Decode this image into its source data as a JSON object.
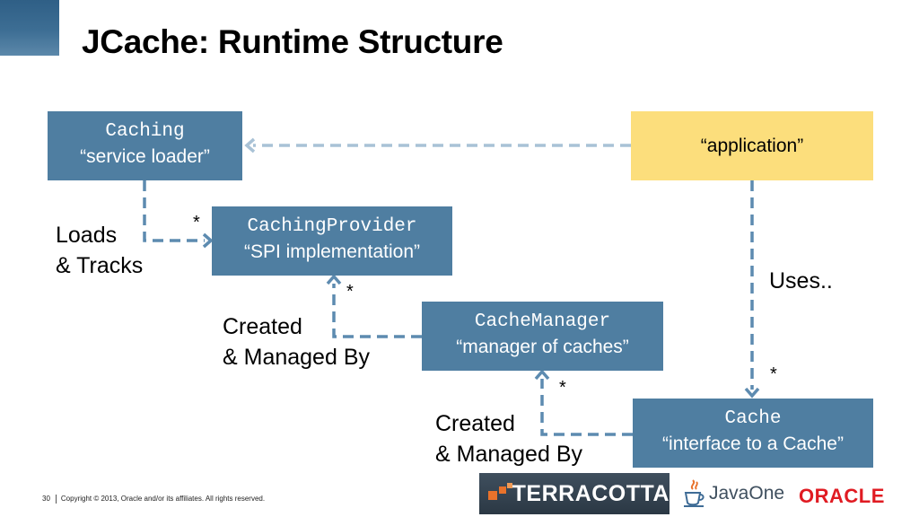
{
  "slide": {
    "title": "JCache: Runtime Structure",
    "page_number": "30",
    "copyright": "Copyright © 2013, Oracle and/or its affiliates. All rights reserved."
  },
  "boxes": {
    "caching": {
      "name": "Caching",
      "desc": "“service loader”"
    },
    "provider": {
      "name": "CachingProvider",
      "desc": "“SPI implementation”"
    },
    "manager": {
      "name": "CacheManager",
      "desc": "“manager of caches”"
    },
    "cache": {
      "name": "Cache",
      "desc": "“interface to a Cache”"
    },
    "application": {
      "desc": "“application”"
    }
  },
  "labels": {
    "loads_line1": "Loads",
    "loads_line2": "& Tracks",
    "created1_line1": "Created",
    "created1_line2": "& Managed By",
    "created2_line1": "Created",
    "created2_line2": "& Managed By",
    "uses": "Uses..",
    "star": "*"
  },
  "logos": {
    "terracotta": "TERRACOTTA",
    "javaone": "JavaOne",
    "oracle": "ORACLE"
  },
  "colors": {
    "box_blue": "#4f7ea1",
    "app_yellow": "#fcde7c",
    "arrow": "#5d8bb0",
    "app_arrow": "#a9c2d6",
    "oracle_red": "#e01b22"
  }
}
